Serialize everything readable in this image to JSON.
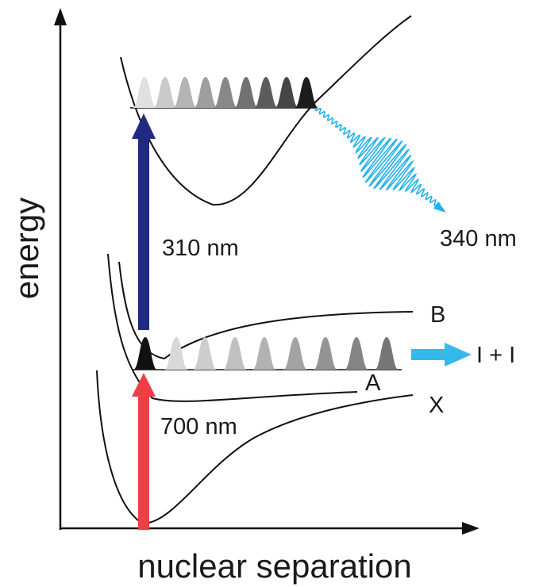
{
  "axes": {
    "y_label": "energy",
    "x_label": "nuclear separation"
  },
  "states": {
    "b": "B",
    "a": "A",
    "x": "X"
  },
  "transitions": {
    "pump": "700 nm",
    "probe": "310 nm",
    "emission": "340 nm"
  },
  "products": "I + I",
  "colors": {
    "pump_arrow": "#ef3e46",
    "probe_arrow": "#1f2a80",
    "emission_wave": "#22b2ea",
    "dissociation_arrow": "#35b8ea",
    "curve": "#111111"
  }
}
